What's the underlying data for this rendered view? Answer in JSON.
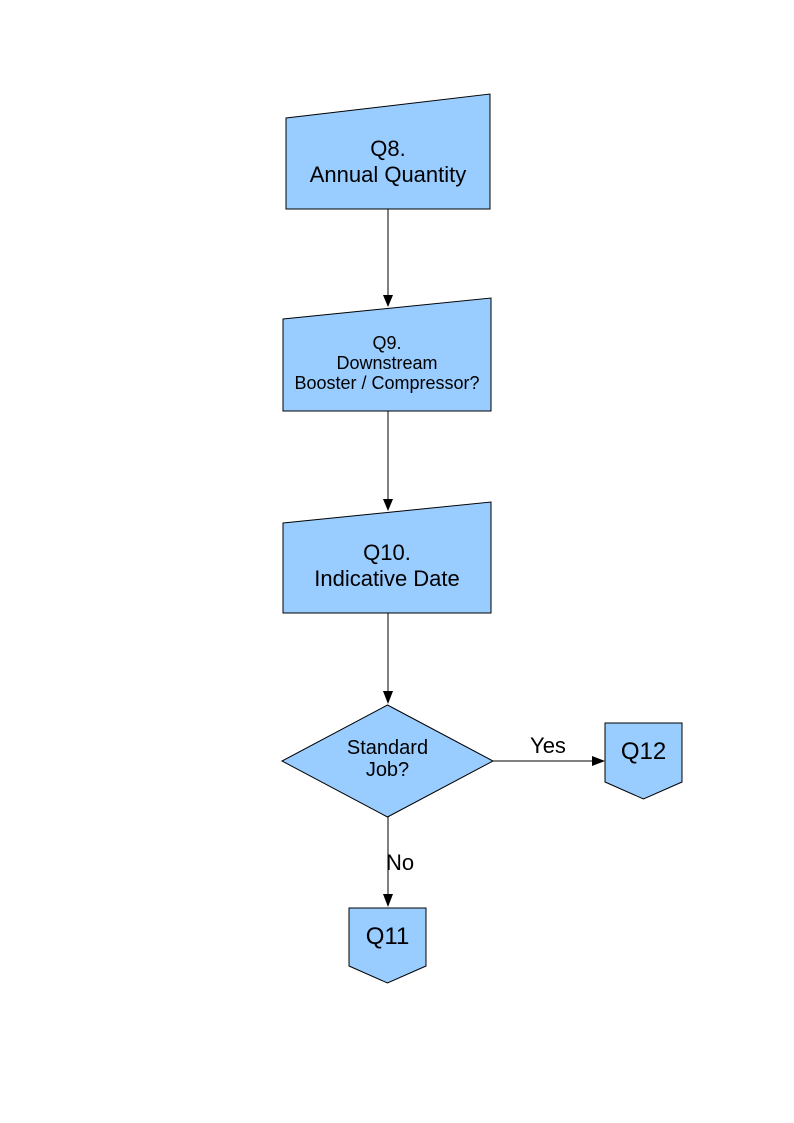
{
  "page": {
    "background": "#FFFFFF"
  },
  "diagram": {
    "shape_fill": "#99CCFF",
    "shape_border": "#000000",
    "arrow_color": "#000000",
    "nodes": [
      {
        "id": "q8",
        "type": "manual-input-box",
        "label": "Q8.\nAnnual Quantity"
      },
      {
        "id": "q9",
        "type": "manual-input-box",
        "label": "Q9.\nDownstream\nBooster / Compressor?"
      },
      {
        "id": "q10",
        "type": "manual-input-box",
        "label": "Q10.\nIndicative Date"
      },
      {
        "id": "standard-job",
        "type": "decision-diamond",
        "label": "Standard\nJob?"
      },
      {
        "id": "q12",
        "type": "off-page-connector",
        "label": "Q12"
      },
      {
        "id": "q11",
        "type": "off-page-connector",
        "label": "Q11"
      }
    ],
    "edges": [
      {
        "from": "q8",
        "to": "q9",
        "label": ""
      },
      {
        "from": "q9",
        "to": "q10",
        "label": ""
      },
      {
        "from": "q10",
        "to": "standard-job",
        "label": ""
      },
      {
        "from": "standard-job",
        "to": "q12",
        "label": "Yes"
      },
      {
        "from": "standard-job",
        "to": "q11",
        "label": "No"
      }
    ]
  }
}
